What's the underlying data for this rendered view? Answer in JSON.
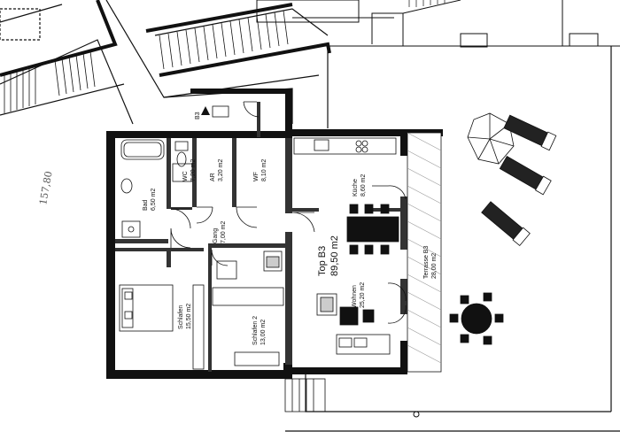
{
  "plan": {
    "unit_id": "Top B3",
    "unit_area": "89,50 m2",
    "stair_code": "B3",
    "handwritten_note": "157,80",
    "rooms": [
      {
        "key": "bad",
        "name": "Bad",
        "area": "6,50 m2"
      },
      {
        "key": "wc",
        "name": "WC",
        "area": "7,20 m2"
      },
      {
        "key": "ar",
        "name": "AR",
        "area": "3,20 m2"
      },
      {
        "key": "wf",
        "name": "WF",
        "area": "8,10 m2"
      },
      {
        "key": "kueche",
        "name": "Küche",
        "area": "8,60 m2"
      },
      {
        "key": "gang",
        "name": "Gang",
        "area": "7,00 m2"
      },
      {
        "key": "schlafen",
        "name": "Schlafen",
        "area": "15,50 m2"
      },
      {
        "key": "schlafen2",
        "name": "Schlafen 2",
        "area": "13,00 m2"
      },
      {
        "key": "wohnen",
        "name": "Wohnen",
        "area": "25,20 m2"
      },
      {
        "key": "terrasse",
        "name": "Terrasse B3",
        "area": "28,00 m2"
      }
    ]
  }
}
